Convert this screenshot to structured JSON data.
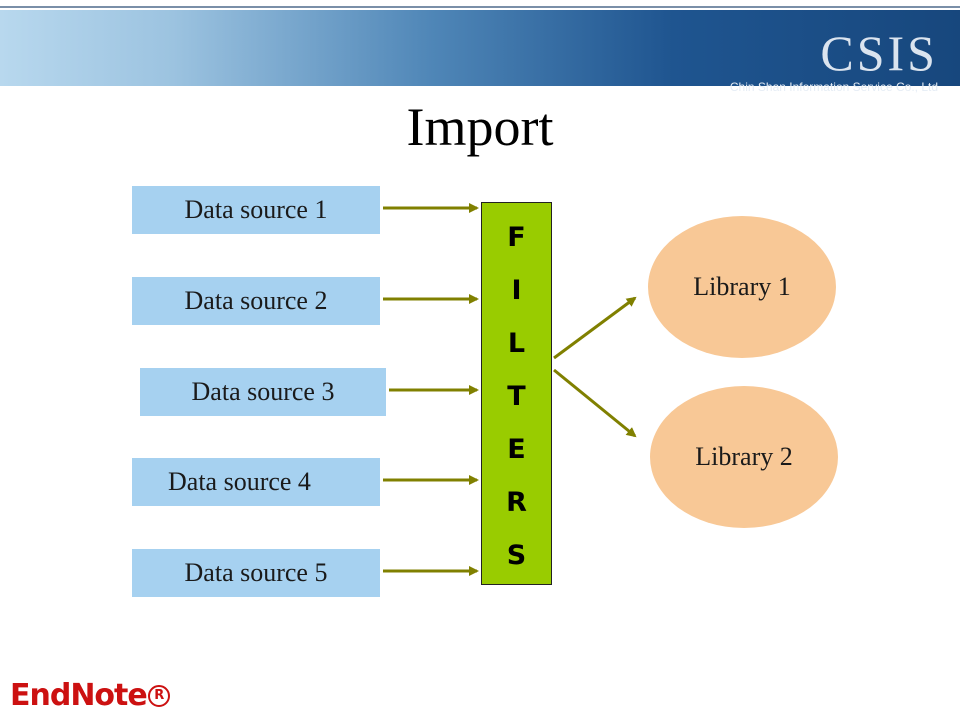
{
  "header": {
    "brand_name": "CSIS",
    "brand_sub": "Chin Shan Information Service Co., Ltd"
  },
  "title": "Import",
  "sources": [
    "Data source 1",
    "Data source 2",
    "Data source 3",
    "Data source 4",
    "Data source 5"
  ],
  "filters": {
    "letters": [
      "F",
      "I",
      "L",
      "T",
      "E",
      "R",
      "S"
    ]
  },
  "libraries": [
    "Library 1",
    "Library 2"
  ],
  "footer": {
    "logo_text": "EndNote",
    "logo_mark": "R"
  },
  "colors": {
    "source_fill": "#a6d1f0",
    "filter_fill": "#99cc00",
    "library_fill": "#f8c896",
    "arrow": "#808000",
    "logo": "#cc1111"
  }
}
